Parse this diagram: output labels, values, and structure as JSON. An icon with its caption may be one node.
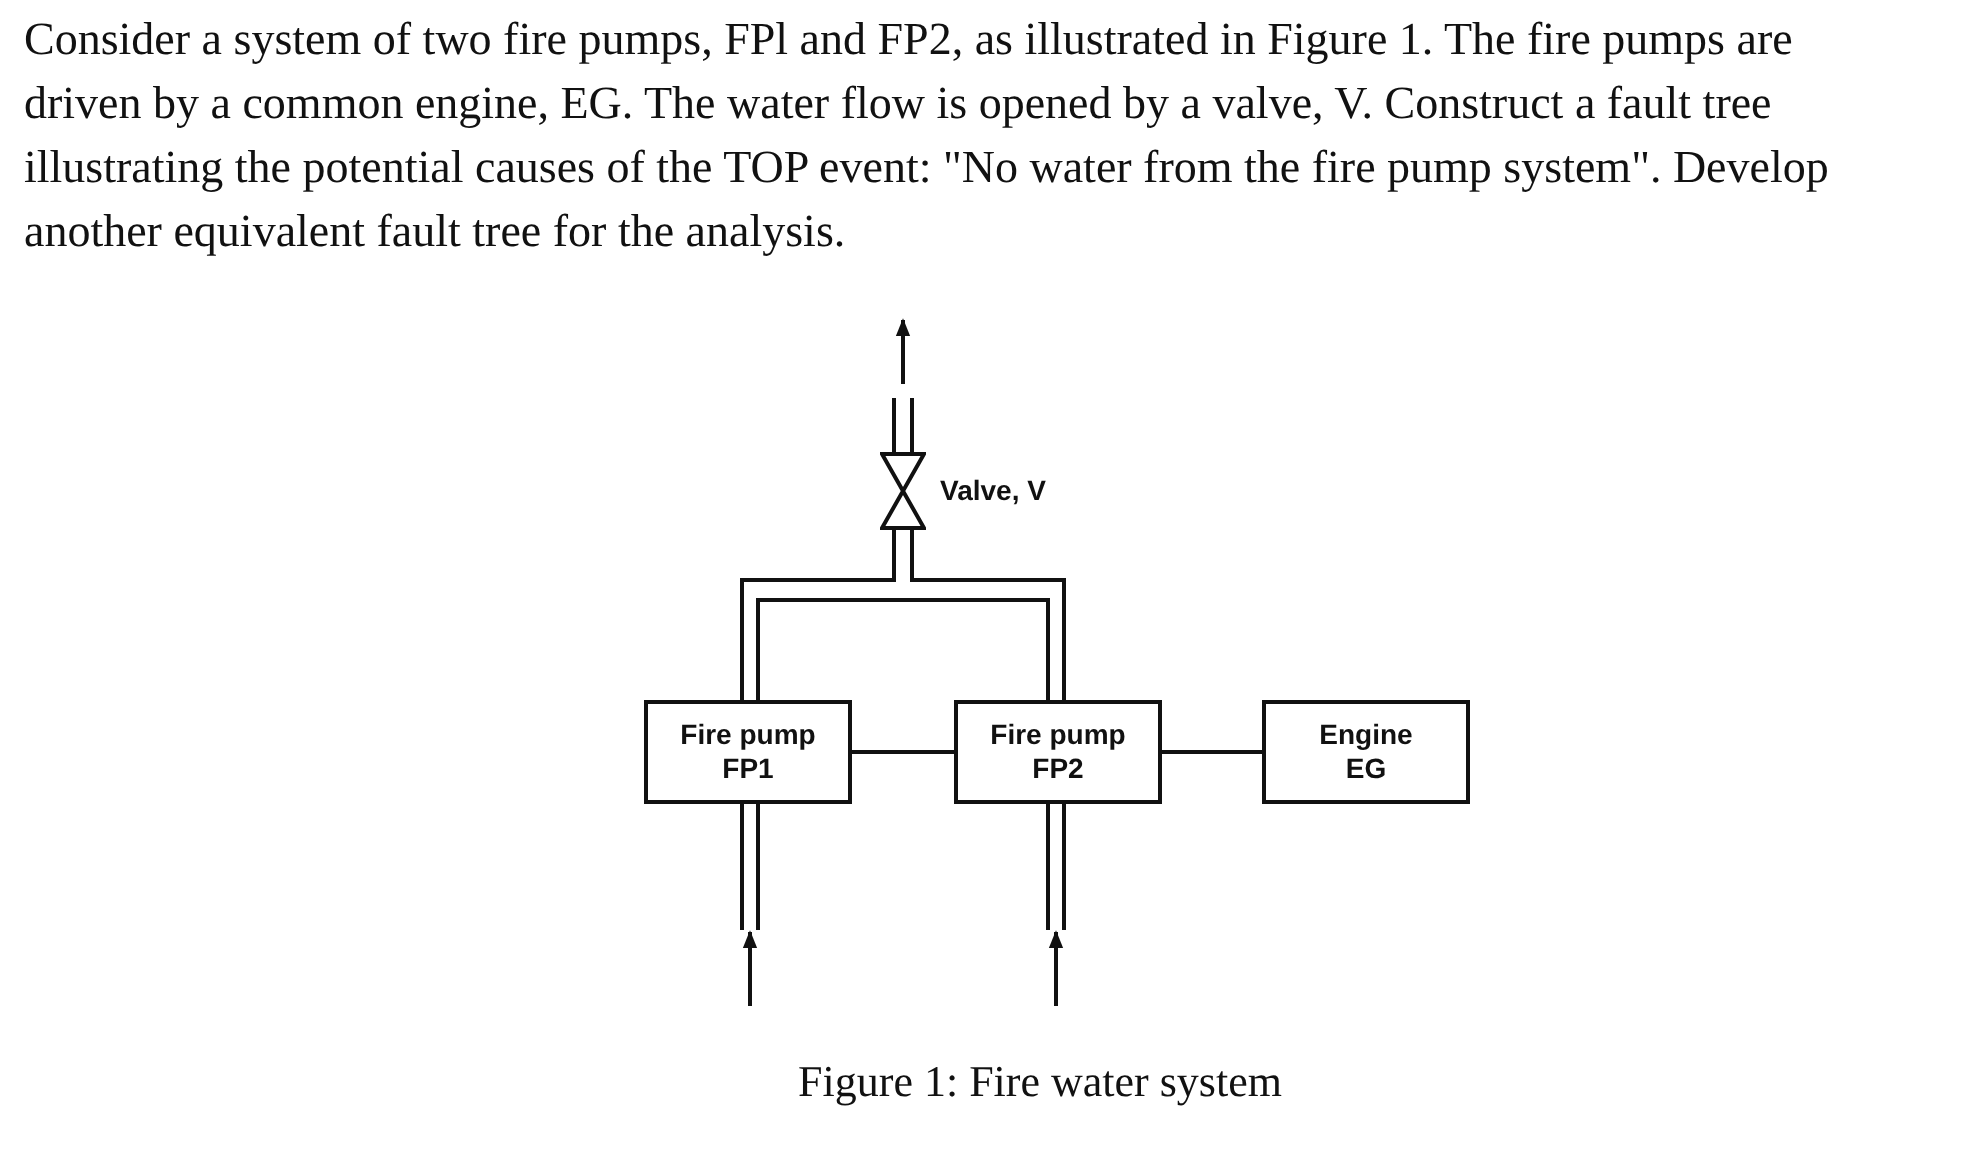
{
  "diagram": {
    "caption": "Figure 1: Fire water system",
    "nodes": [
      {
        "text": [],
        "shape": "valve",
        "beside": [
          "Valve, V"
        ]
      },
      {
        "text": [
          "Fire pump FP1"
        ]
      },
      {
        "text": [
          "Fire pump FP2"
        ]
      },
      {
        "text": [
          "Engine EG"
        ]
      },
      {
        "text": [],
        "shape": "pipe"
      },
      {
        "text": [],
        "shape": "pipe"
      }
    ],
    "edges": [
      {
        "from": 1,
        "to": 0,
        "arrow": "none"
      },
      {
        "from": 2,
        "to": 0,
        "arrow": "none"
      },
      {
        "from": 1,
        "to": 2,
        "arrow": "none"
      },
      {
        "from": 2,
        "to": 3,
        "arrow": "none"
      },
      {
        "from": null,
        "to": 4,
        "arrow": "to"
      },
      {
        "from": null,
        "to": 5,
        "arrow": "to"
      },
      {
        "from": 0,
        "to": null,
        "arrow": "to"
      }
    ],
    "labels": [
      "Consider a system of two fire pumps, FPl and FP2, as illustrated in Figure 1. The fire pumps are driven by a common engine, EG. The water flow is opened by a valve, V. Construct a fault tree illustrating the potential causes of the TOP event: \"No water from the fire pump system\". Develop another equivalent fault tree for the analysis."
    ]
  }
}
